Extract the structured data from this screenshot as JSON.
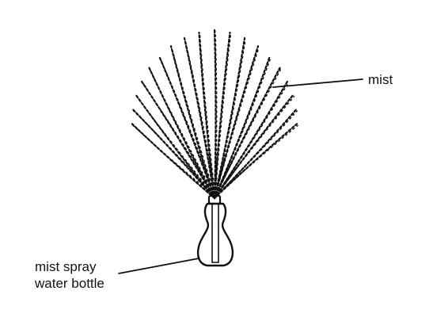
{
  "labels": {
    "mist": "mist",
    "bottle_line1": "mist spray",
    "bottle_line2": "water bottle"
  },
  "colors": {
    "ink": "#111111",
    "background": "#ffffff"
  }
}
